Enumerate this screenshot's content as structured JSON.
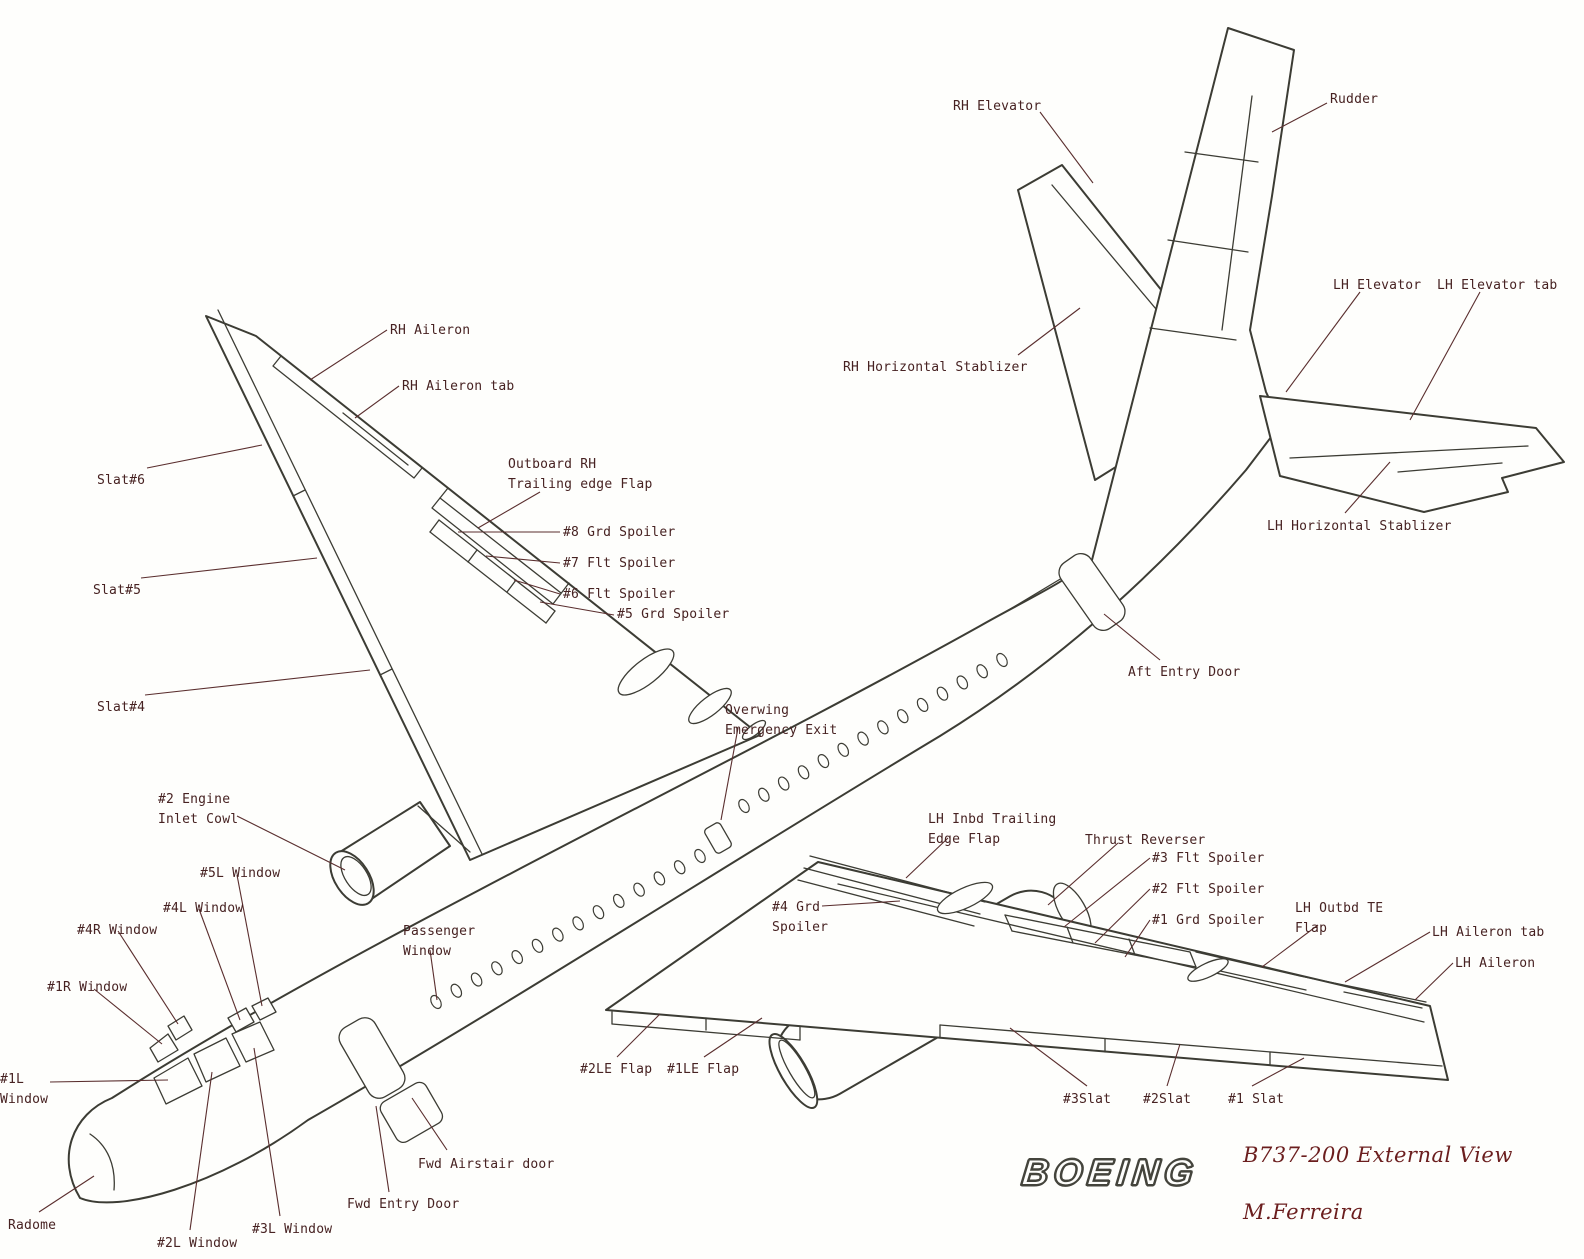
{
  "diagram": {
    "brand": "BOEING",
    "title": "B737-200 External View",
    "author": "M.Ferreira"
  },
  "labels": {
    "rh_elevator": "RH Elevator",
    "rudder": "Rudder",
    "lh_elevator": "LH Elevator",
    "lh_elevator_tab": "LH Elevator tab",
    "rh_horizontal_stablizer": "RH Horizontal Stablizer",
    "lh_horizontal_stablizer": "LH Horizontal Stablizer",
    "rh_aileron": "RH Aileron",
    "rh_aileron_tab": "RH Aileron tab",
    "slat6": "Slat#6",
    "slat5": "Slat#5",
    "slat4": "Slat#4",
    "outboard_rh_te_flap": "Outboard RH\nTrailing edge Flap",
    "grd_spoiler_8": "#8 Grd Spoiler",
    "flt_spoiler_7": "#7 Flt Spoiler",
    "flt_spoiler_6": "#6 Flt Spoiler",
    "grd_spoiler_5": "#5 Grd Spoiler",
    "aft_entry_door": "Aft Entry Door",
    "overwing_exit": "Overwing\nEmergency Exit",
    "engine2_inlet": "#2 Engine\nInlet Cowl",
    "lh_inbd_te_flap": "LH Inbd Trailing\nEdge Flap",
    "thrust_reverser": "Thrust Reverser",
    "flt_spoiler_3": "#3 Flt Spoiler",
    "flt_spoiler_2": "#2 Flt Spoiler",
    "grd_spoiler_1": "#1 Grd Spoiler",
    "lh_outbd_te_flap": "LH Outbd TE\nFlap",
    "lh_aileron_tab": "LH Aileron tab",
    "lh_aileron": "LH Aileron",
    "grd_spoiler_4": "#4 Grd\nSpoiler",
    "passenger_window": "Passenger\nWindow",
    "window_5l": "#5L Window",
    "window_4l": "#4L Window",
    "window_4r": "#4R Window",
    "window_1r": "#1R Window",
    "window_1l": "#1L\nWindow",
    "le_flap_2": "#2LE Flap",
    "le_flap_1": "#1LE Flap",
    "slat3": "#3Slat",
    "slat2": "#2Slat",
    "slat1": "#1 Slat",
    "fwd_airstair_door": "Fwd Airstair door",
    "fwd_entry_door": "Fwd Entry Door",
    "radome": "Radome",
    "window_2l": "#2L Window",
    "window_3l": "#3L Window"
  }
}
